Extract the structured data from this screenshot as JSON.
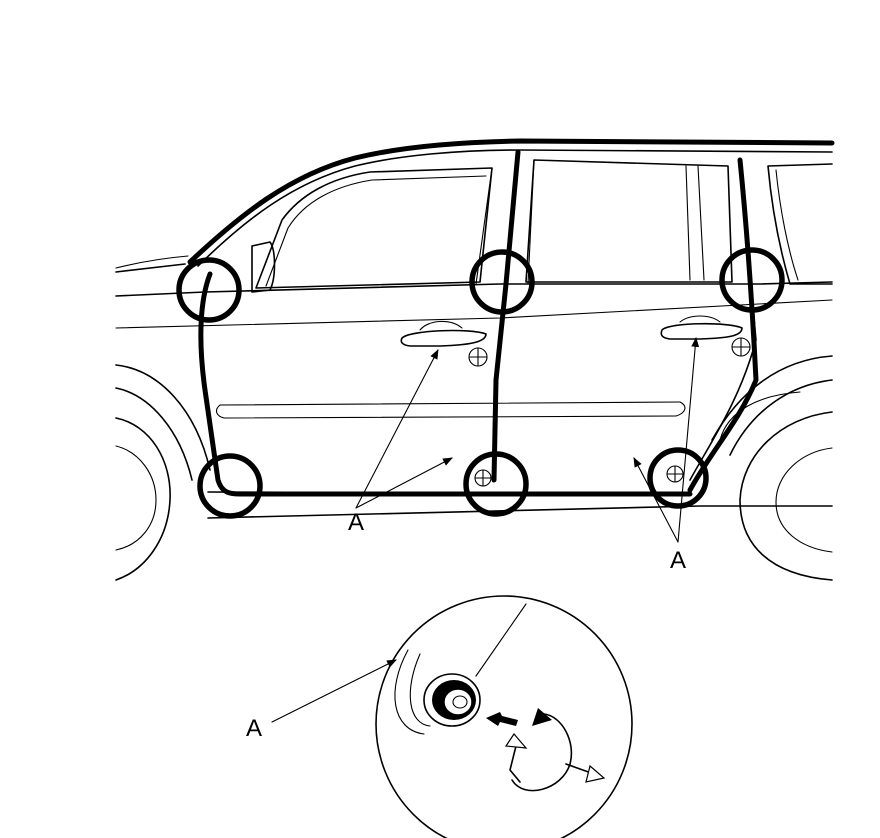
{
  "labels": {
    "callout_front": "A",
    "callout_rear": "A",
    "callout_detail": "A"
  }
}
